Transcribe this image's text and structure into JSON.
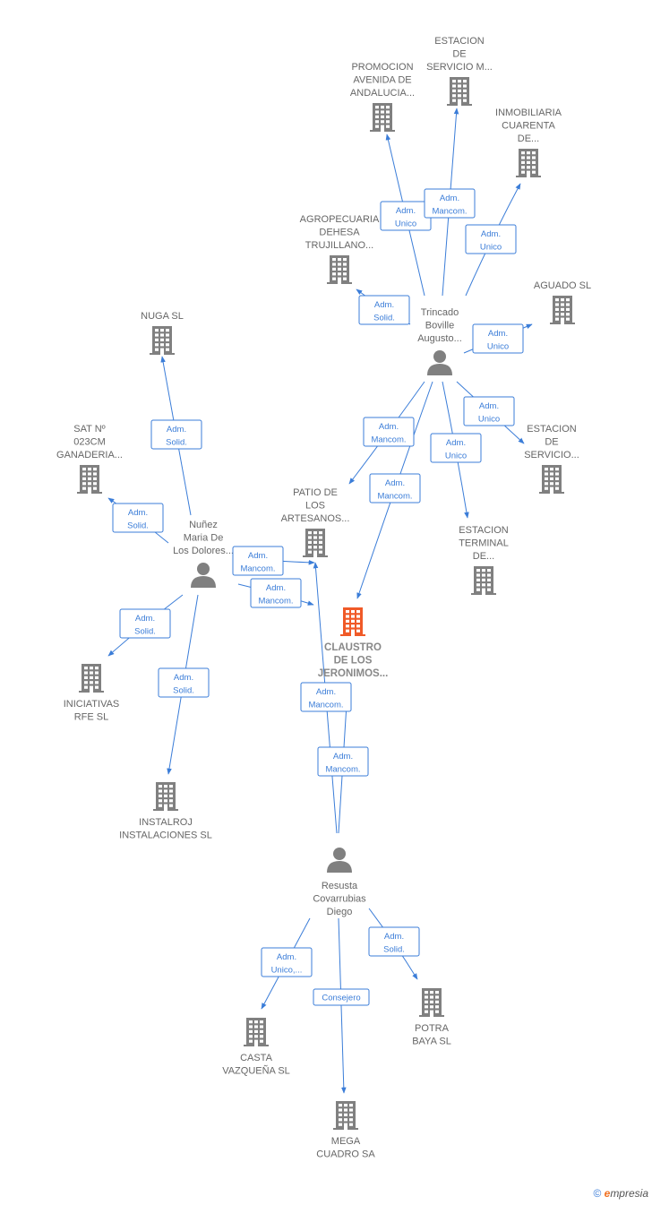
{
  "colors": {
    "edge": "#3b7dd8",
    "company": "#808080",
    "company_main": "#f05a28",
    "person": "#808080",
    "label": "#666666"
  },
  "nodes": [
    {
      "id": "promocion",
      "type": "company",
      "lines": [
        "PROMOCION",
        "AVENIDA DE",
        "ANDALUCIA..."
      ]
    },
    {
      "id": "estacion_m",
      "type": "company",
      "lines": [
        "ESTACION",
        "DE",
        "SERVICIO M..."
      ]
    },
    {
      "id": "inmobiliaria",
      "type": "company",
      "lines": [
        "INMOBILIARIA",
        "CUARENTA",
        "DE..."
      ]
    },
    {
      "id": "agropecuaria",
      "type": "company",
      "lines": [
        "AGROPECUARIA",
        "DEHESA",
        "TRUJILLANO..."
      ]
    },
    {
      "id": "aguado",
      "type": "company",
      "lines": [
        "AGUADO  SL"
      ]
    },
    {
      "id": "trincado",
      "type": "person",
      "lines": [
        "Trincado",
        "Boville",
        "Augusto..."
      ]
    },
    {
      "id": "nuga",
      "type": "company",
      "lines": [
        "NUGA SL"
      ]
    },
    {
      "id": "sat",
      "type": "company",
      "lines": [
        "SAT Nº",
        "023CM",
        "GANADERIA..."
      ]
    },
    {
      "id": "estacion_s",
      "type": "company",
      "lines": [
        "ESTACION",
        "DE",
        "SERVICIO..."
      ]
    },
    {
      "id": "patio",
      "type": "company",
      "lines": [
        "PATIO DE",
        "LOS",
        "ARTESANOS..."
      ]
    },
    {
      "id": "estacion_t",
      "type": "company",
      "lines": [
        "ESTACION",
        "TERMINAL",
        "DE..."
      ]
    },
    {
      "id": "nunez",
      "type": "person",
      "lines": [
        "Nuñez",
        "Maria De",
        "Los Dolores..."
      ]
    },
    {
      "id": "claustro",
      "type": "company_main",
      "lines": [
        "CLAUSTRO",
        "DE LOS",
        "JERONIMOS..."
      ]
    },
    {
      "id": "iniciativas",
      "type": "company",
      "lines": [
        "INICIATIVAS",
        "RFE SL"
      ]
    },
    {
      "id": "instalroj",
      "type": "company",
      "lines": [
        "INSTALROJ",
        "INSTALACIONES SL"
      ]
    },
    {
      "id": "resusta",
      "type": "person",
      "lines": [
        "Resusta",
        "Covarrubias",
        "Diego"
      ]
    },
    {
      "id": "casta",
      "type": "company",
      "lines": [
        "CASTA",
        "VAZQUEÑA  SL"
      ]
    },
    {
      "id": "potra",
      "type": "company",
      "lines": [
        "POTRA",
        "BAYA  SL"
      ]
    },
    {
      "id": "mega",
      "type": "company",
      "lines": [
        "MEGA",
        "CUADRO SA"
      ]
    }
  ],
  "edges": [
    {
      "from": "trincado",
      "to": "promocion",
      "lines": [
        "Adm.",
        "Unico"
      ]
    },
    {
      "from": "trincado",
      "to": "estacion_m",
      "lines": [
        "Adm.",
        "Mancom."
      ]
    },
    {
      "from": "trincado",
      "to": "inmobiliaria",
      "lines": [
        "Adm.",
        "Unico"
      ]
    },
    {
      "from": "trincado",
      "to": "agropecuaria",
      "lines": [
        "Adm.",
        "Solid."
      ]
    },
    {
      "from": "trincado",
      "to": "aguado",
      "lines": [
        "Adm.",
        "Unico"
      ]
    },
    {
      "from": "trincado",
      "to": "estacion_s",
      "lines": [
        "Adm.",
        "Unico"
      ]
    },
    {
      "from": "trincado",
      "to": "patio",
      "lines": [
        "Adm.",
        "Mancom."
      ]
    },
    {
      "from": "trincado",
      "to": "estacion_t",
      "lines": [
        "Adm.",
        "Unico"
      ]
    },
    {
      "from": "trincado",
      "to": "claustro",
      "lines": [
        "Adm.",
        "Mancom."
      ]
    },
    {
      "from": "nunez",
      "to": "nuga",
      "lines": [
        "Adm.",
        "Solid."
      ]
    },
    {
      "from": "nunez",
      "to": "sat",
      "lines": [
        "Adm.",
        "Solid."
      ]
    },
    {
      "from": "nunez",
      "to": "patio",
      "lines": [
        "Adm.",
        "Mancom."
      ]
    },
    {
      "from": "nunez",
      "to": "claustro",
      "lines": [
        "Adm.",
        "Mancom."
      ]
    },
    {
      "from": "nunez",
      "to": "iniciativas",
      "lines": [
        "Adm.",
        "Solid."
      ]
    },
    {
      "from": "nunez",
      "to": "instalroj",
      "lines": [
        "Adm.",
        "Solid."
      ]
    },
    {
      "from": "resusta",
      "to": "patio",
      "lines": [
        "Adm.",
        "Mancom."
      ]
    },
    {
      "from": "resusta",
      "to": "claustro",
      "lines": [
        "Adm.",
        "Mancom."
      ]
    },
    {
      "from": "resusta",
      "to": "casta",
      "lines": [
        "Adm.",
        "Unico,..."
      ]
    },
    {
      "from": "resusta",
      "to": "potra",
      "lines": [
        "Adm.",
        "Solid."
      ]
    },
    {
      "from": "resusta",
      "to": "mega",
      "lines": [
        "Consejero"
      ]
    }
  ],
  "footer": {
    "copyright": "©",
    "brand_e": "e",
    "brand_rest": "mpresia"
  }
}
